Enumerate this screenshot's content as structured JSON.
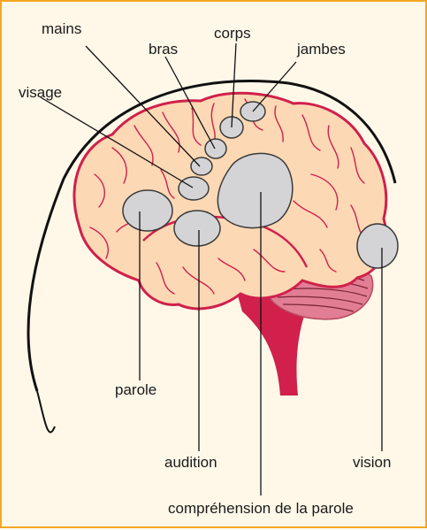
{
  "labels": {
    "mains": "mains",
    "bras": "bras",
    "corps": "corps",
    "jambes": "jambes",
    "visage": "visage",
    "parole": "parole",
    "audition": "audition",
    "vision": "vision",
    "comprehension": "compréhension de la parole"
  },
  "colors": {
    "border": "#f5a623",
    "background": "#fff8e9",
    "brain_fill": "#fdd8b4",
    "brain_outline": "#d0204b",
    "region_fill": "#d4d4d6",
    "region_stroke": "#3a3a3a",
    "brainstem": "#d0204b",
    "cerebellum": "#e27e93"
  }
}
